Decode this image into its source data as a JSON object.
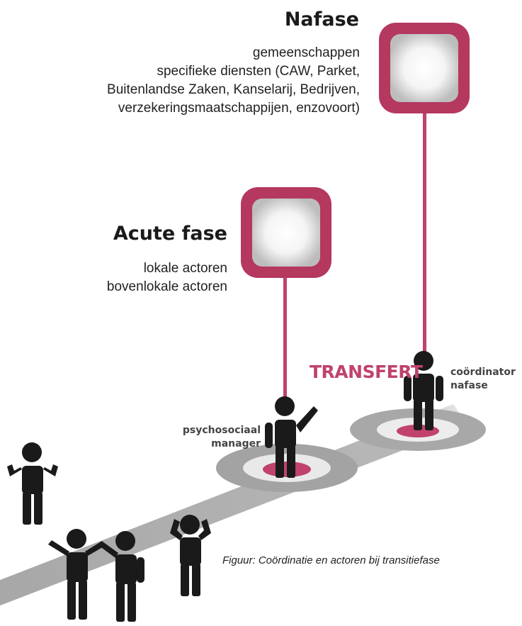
{
  "nafase": {
    "title": "Nafase",
    "lines": [
      "gemeenschappen",
      "specifieke diensten (CAW, Parket,",
      "Buitenlandse Zaken, Kanselarij, Bedrijven,",
      "verzekeringsmaatschappijen, enzovoort)"
    ]
  },
  "acute": {
    "title": "Acute fase",
    "lines": [
      "lokale actoren",
      "bovenlokale actoren"
    ]
  },
  "transfert": "TRANSFERT",
  "roles": {
    "coordinator": [
      "coördinator",
      "nafase"
    ],
    "manager": [
      "psychosociaal",
      "manager"
    ]
  },
  "caption": "Figuur:  Coördinatie en actoren bij transitiefase",
  "colors": {
    "accent": "#c0426d",
    "frame": "#b5385f",
    "road": "#b3b3b3",
    "figure": "#1a1a1a",
    "stem": "#c0426d"
  }
}
